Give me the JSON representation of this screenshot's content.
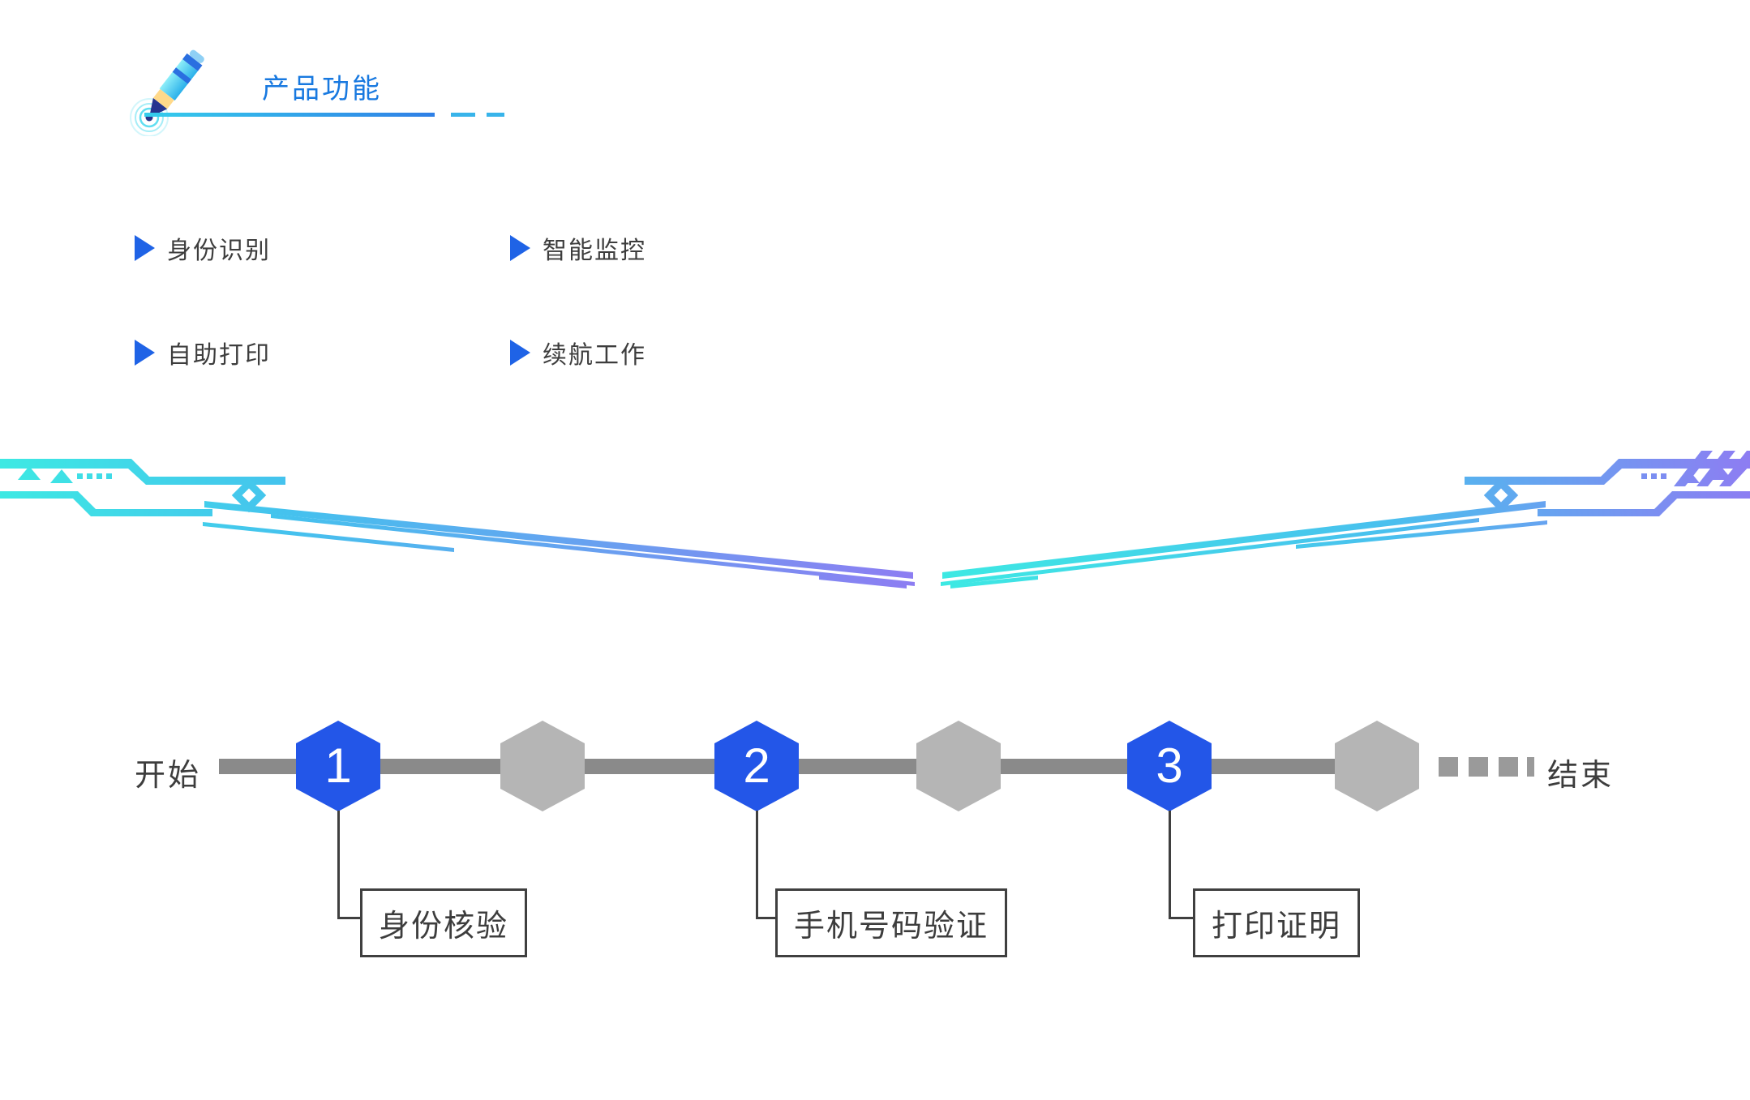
{
  "colors": {
    "accent_blue": "#1879e0",
    "bullet_blue": "#1f63e6",
    "step_hex_blue": "#2356e8",
    "inactive_hex_gray": "#b5b5b5",
    "timeline_bar_gray": "#8a8a8a",
    "decor_cyan": "#3de9e3",
    "decor_purple": "#8d7df2"
  },
  "header": {
    "title": "产品功能"
  },
  "features": [
    {
      "label": "身份识别"
    },
    {
      "label": "智能监控"
    },
    {
      "label": "自助打印"
    },
    {
      "label": "续航工作"
    }
  ],
  "timeline": {
    "start_label": "开始",
    "end_label": "结束",
    "steps": [
      {
        "number": "1",
        "label": "身份核验"
      },
      {
        "number": "2",
        "label": "手机号码验证"
      },
      {
        "number": "3",
        "label": "打印证明"
      }
    ]
  },
  "icons": {
    "header_icon": "pencil-icon",
    "bullet_icon": "triangle-bullet-icon"
  }
}
